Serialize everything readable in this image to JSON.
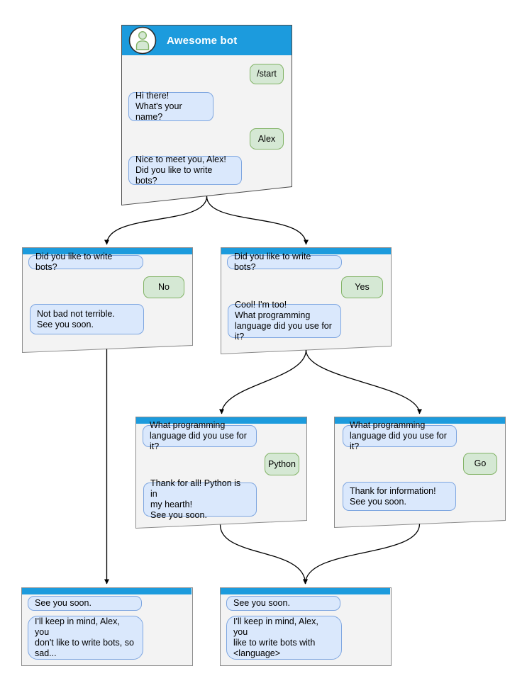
{
  "colors": {
    "header_blue": "#1C9BDD",
    "window_fill": "#F3F3F3",
    "window_border": "#8C8C8C",
    "bot_bubble_fill": "#DAE8FC",
    "bot_bubble_border": "#7EA6E0",
    "user_bubble_fill": "#D5E8D4",
    "user_bubble_border": "#82B366",
    "connector": "#000000"
  },
  "windows": {
    "root": {
      "title": "Awesome bot",
      "avatar_icon": "person-icon",
      "messages": [
        {
          "from": "user",
          "text": "/start"
        },
        {
          "from": "bot",
          "text": "Hi there!\nWhat's your name?"
        },
        {
          "from": "user",
          "text": "Alex"
        },
        {
          "from": "bot",
          "text": "Nice to meet you, Alex!\nDid you like to write bots?"
        }
      ]
    },
    "branch_no": {
      "messages": [
        {
          "from": "bot",
          "text": "Did you like to write bots?"
        },
        {
          "from": "user",
          "text": "No"
        },
        {
          "from": "bot",
          "text": "Not bad not terrible.\nSee you soon."
        }
      ]
    },
    "branch_yes": {
      "messages": [
        {
          "from": "bot",
          "text": "Did you like to write bots?"
        },
        {
          "from": "user",
          "text": "Yes"
        },
        {
          "from": "bot",
          "text": "Cool! I'm too!\nWhat programming\nlanguage did you use for it?"
        }
      ]
    },
    "lang_python": {
      "messages": [
        {
          "from": "bot",
          "text": "What programming\nlanguage did you use for it?"
        },
        {
          "from": "user",
          "text": "Python"
        },
        {
          "from": "bot",
          "text": "Thank for all! Python is in\nmy hearth!\nSee you soon."
        }
      ]
    },
    "lang_go": {
      "messages": [
        {
          "from": "bot",
          "text": "What programming\nlanguage did you use for it?"
        },
        {
          "from": "user",
          "text": "Go"
        },
        {
          "from": "bot",
          "text": "Thank for information!\nSee you soon."
        }
      ]
    },
    "end_no": {
      "messages": [
        {
          "from": "bot",
          "text": "See you soon."
        },
        {
          "from": "bot",
          "text": "I'll keep in mind, Alex, you\ndon't like to write bots, so\nsad..."
        }
      ]
    },
    "end_yes": {
      "messages": [
        {
          "from": "bot",
          "text": "See you soon."
        },
        {
          "from": "bot",
          "text": "I'll keep in mind, Alex, you\nlike to write bots with\n<language>"
        }
      ]
    }
  }
}
